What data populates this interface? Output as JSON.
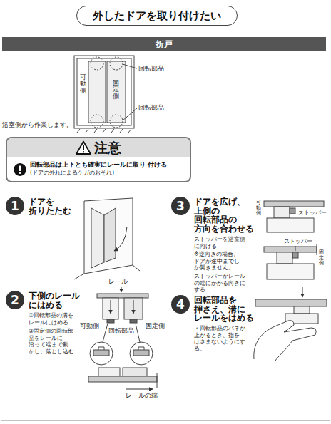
{
  "diagram": {
    "title": "外したドアを取り付けたい",
    "nodes": [
      {
        "text": [
          "折戸"
        ]
      },
      {
        "text": [
          "注意",
          "回転部品は上下とも確実にレールに取り 付ける",
          "(ドアの外れによるケガのおそれ)"
        ]
      },
      {
        "text": [
          "1",
          "ドアを 折りたたむ"
        ]
      },
      {
        "text": [
          "2",
          "下側のレール にはめる"
        ]
      },
      {
        "text": [
          "3",
          "ドアを広げ、 上側の 回転部品の 方向を合わせる"
        ]
      },
      {
        "text": [
          "4",
          "回転部品を 押さえ、溝に レールをはめる"
        ]
      }
    ],
    "labels": [
      "回転部品",
      "可動側",
      "固定側",
      "回転部品",
      "浴室側から作業します。",
      "①回転部品の溝を レールにはめる",
      "②固定側の回転部 品をレールに 沿って端まで動 かし、落とし込む",
      "レール",
      "可動側",
      "回転部品",
      "固定側",
      "レールの端",
      "ストッパーを浴室側 に向ける",
      "※逆向きの場合、 ドアが途中までし か開きません。",
      "ストッパーがレール の端にかかる向きに する",
      "可動側",
      "ストッパー",
      "ストッパー",
      "固定側",
      "・回転部品のバネが 上がるとき、指を はさまないようにす る。"
    ]
  }
}
